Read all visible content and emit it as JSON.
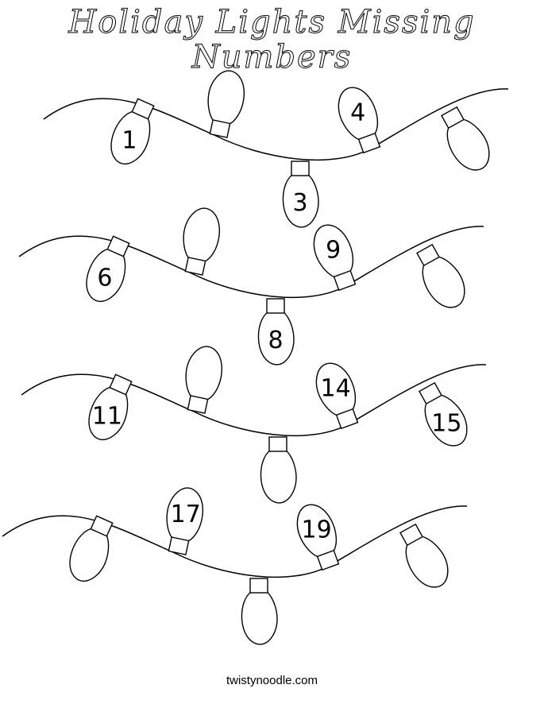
{
  "title": "Holiday Lights Missing Numbers",
  "footer": "twistynoodle.com",
  "rows": [
    {
      "numbers": [
        "1",
        "",
        "3",
        "4",
        ""
      ]
    },
    {
      "numbers": [
        "6",
        "",
        "8",
        "9",
        ""
      ]
    },
    {
      "numbers": [
        "11",
        "",
        "",
        "14",
        "15"
      ]
    },
    {
      "numbers": [
        "",
        "17",
        "",
        "19",
        ""
      ]
    }
  ]
}
